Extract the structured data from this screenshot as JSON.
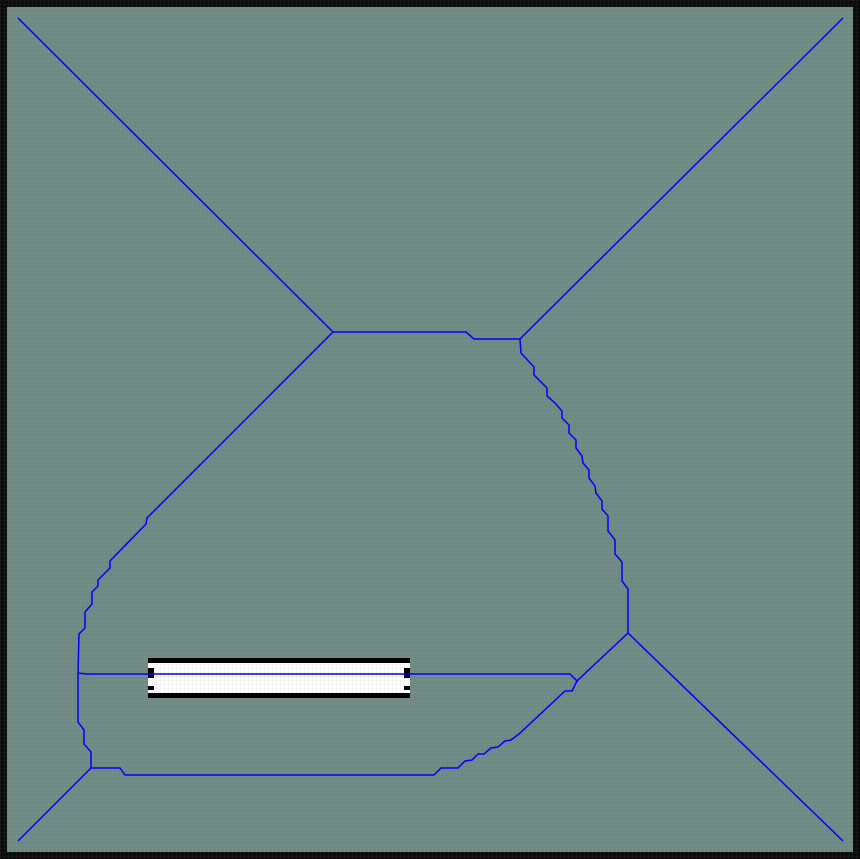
{
  "colors": {
    "floor": "#6f8883",
    "grid_line": "#7f9794",
    "wall": "#0b0b0b",
    "wall_grid": "#2a2a2a",
    "path": "#0000ff",
    "obstacle_fill": "#ffffff",
    "obstacle_border": "#000000"
  },
  "legend": {
    "walls": "wall-cells",
    "obstacle": "obstacle-bar",
    "paths": "voronoi-path-edges"
  }
}
